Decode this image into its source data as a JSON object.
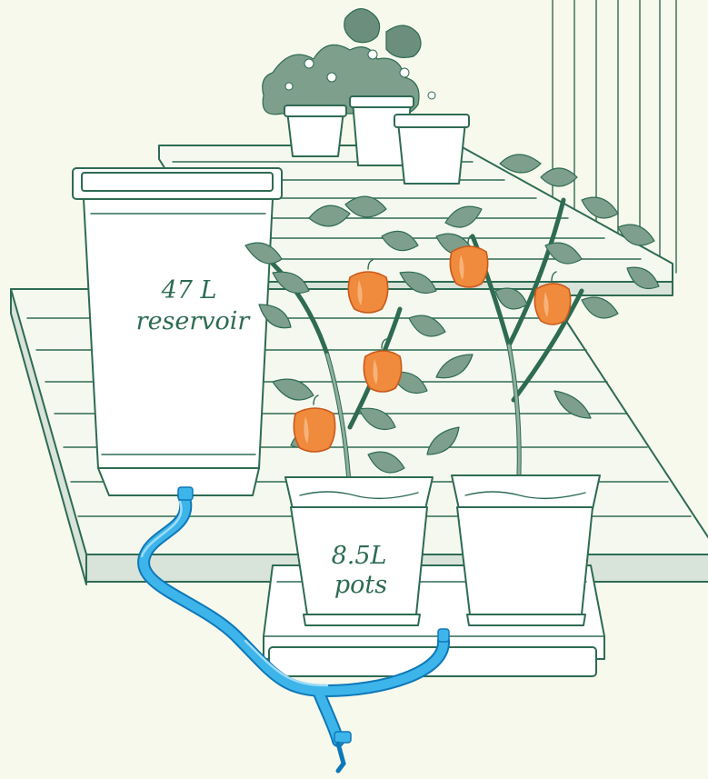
{
  "labels": {
    "reservoir_volume": "47 L",
    "reservoir_name": "reservoir",
    "pots_volume": "8.5L",
    "pots_name": "pots"
  },
  "colors": {
    "background": "#f7f9ec",
    "line": "#2e6b53",
    "foliage": "#7d9f8c",
    "pepper": "#f08a3c",
    "hose": "#3db5ea"
  },
  "icons": [
    "bell-pepper-icon",
    "potted-plant-icon",
    "hose-icon"
  ]
}
